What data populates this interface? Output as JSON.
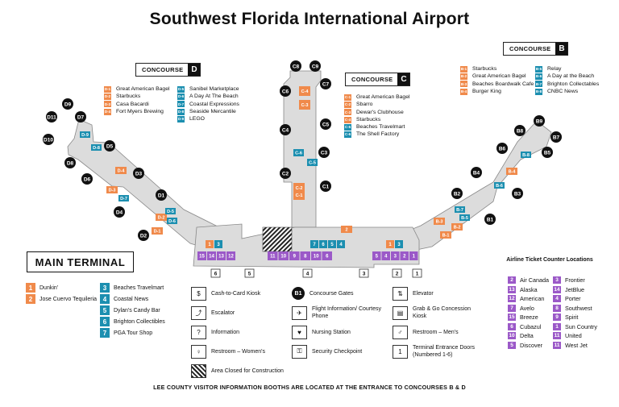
{
  "title": "Southwest Florida International Airport",
  "main_terminal_label": "MAIN TERMINAL",
  "footer_note": "LEE COUNTY VISITOR INFORMATION BOOTHS ARE LOCATED AT THE ENTRANCE TO CONCOURSES B & D",
  "colors": {
    "dining": "#f08a4b",
    "retail": "#1c8fb0",
    "airline": "#9b59c8",
    "floor": "#dcdcdc",
    "gate": "#111111"
  },
  "concourse_d": {
    "label": "CONCOURSE",
    "letter": "D",
    "dining": [
      {
        "code": "D-1",
        "name": "Great American Bagel"
      },
      {
        "code": "D-2",
        "name": "Starbucks"
      },
      {
        "code": "D-3",
        "name": "Casa Bacardi"
      },
      {
        "code": "D-4",
        "name": "Fort Myers Brewing"
      }
    ],
    "retail": [
      {
        "code": "D-5",
        "name": "Sanibel Marketplace"
      },
      {
        "code": "D-6",
        "name": "A Day At The Beach"
      },
      {
        "code": "D-7",
        "name": "Coastal Expressions"
      },
      {
        "code": "D-8",
        "name": "Seaside Mercantile"
      },
      {
        "code": "D-9",
        "name": "LEGO"
      }
    ],
    "gates": [
      "D1",
      "D2",
      "D3",
      "D4",
      "D5",
      "D6",
      "D7",
      "D8",
      "D9",
      "D10",
      "D11"
    ]
  },
  "concourse_c": {
    "label": "CONCOURSE",
    "letter": "C",
    "dining": [
      {
        "code": "C-1",
        "name": "Great American Bagel"
      },
      {
        "code": "C-2",
        "name": "Sbarro"
      },
      {
        "code": "C-3",
        "name": "Dewar's Clubhouse"
      },
      {
        "code": "C-4",
        "name": "Starbucks"
      }
    ],
    "retail": [
      {
        "code": "C-5",
        "name": "Beaches Travelmart"
      },
      {
        "code": "C-6",
        "name": "The Shell Factory"
      }
    ],
    "gates": [
      "C1",
      "C2",
      "C3",
      "C4",
      "C5",
      "C6",
      "C7",
      "C8",
      "C9"
    ]
  },
  "concourse_b": {
    "label": "CONCOURSE",
    "letter": "B",
    "dining": [
      {
        "code": "B-1",
        "name": "Starbucks"
      },
      {
        "code": "B-2",
        "name": "Great American Bagel"
      },
      {
        "code": "B-3",
        "name": "Beaches Boardwalk Cafe"
      },
      {
        "code": "B-4",
        "name": "Burger King"
      }
    ],
    "retail": [
      {
        "code": "B-5",
        "name": "Relay"
      },
      {
        "code": "B-6",
        "name": "A Day at the Beach"
      },
      {
        "code": "B-7",
        "name": "Brighton Collectables"
      },
      {
        "code": "B-8",
        "name": "CNBC News"
      }
    ],
    "gates": [
      "B1",
      "B2",
      "B3",
      "B4",
      "B5",
      "B6",
      "B7",
      "B8",
      "B9"
    ]
  },
  "main_terminal_shops": {
    "dining": [
      {
        "num": "1",
        "name": "Dunkin'"
      },
      {
        "num": "2",
        "name": "Jose Cuervo Tequileria"
      }
    ],
    "retail": [
      {
        "num": "3",
        "name": "Beaches Travelmart"
      },
      {
        "num": "4",
        "name": "Coastal News"
      },
      {
        "num": "5",
        "name": "Dylan's Candy Bar"
      },
      {
        "num": "6",
        "name": "Brighton Collectibles"
      },
      {
        "num": "7",
        "name": "PGA Tour Shop"
      }
    ]
  },
  "legend": {
    "col1": [
      {
        "icon": "cash-kiosk-icon",
        "glyph": "$",
        "label": "Cash-to-Card Kiosk"
      },
      {
        "icon": "escalator-icon",
        "glyph": "⤴",
        "label": "Escalator"
      },
      {
        "icon": "information-icon",
        "glyph": "?",
        "label": "Information"
      },
      {
        "icon": "restroom-women-icon",
        "glyph": "♀",
        "label": "Restroom – Women's"
      },
      {
        "icon": "construction-area-icon",
        "glyph": "",
        "label": "Area Closed for Construction"
      }
    ],
    "col2": [
      {
        "icon": "concourse-gate-icon",
        "glyph": "B1",
        "label": "Concourse Gates"
      },
      {
        "icon": "flight-info-phone-icon",
        "glyph": "✈",
        "label": "Flight Information/ Courtesy Phone"
      },
      {
        "icon": "nursing-station-icon",
        "glyph": "♥",
        "label": "Nursing Station"
      },
      {
        "icon": "security-checkpoint-icon",
        "glyph": "⚿",
        "label": "Security Checkpoint"
      }
    ],
    "col3": [
      {
        "icon": "elevator-icon",
        "glyph": "⇅",
        "label": "Elevator"
      },
      {
        "icon": "grab-go-kiosk-icon",
        "glyph": "▤",
        "label": "Grab & Go Concession Kiosk"
      },
      {
        "icon": "restroom-men-icon",
        "glyph": "♂",
        "label": "Restroom – Men's"
      },
      {
        "icon": "entrance-door-icon",
        "glyph": "1",
        "label": "Terminal Entrance Doors (Numbered 1-6)"
      }
    ]
  },
  "airline_counters": {
    "title": "Airline Ticket Counter Locations",
    "col1": [
      {
        "num": "2",
        "name": "Air Canada"
      },
      {
        "num": "13",
        "name": "Alaska"
      },
      {
        "num": "12",
        "name": "American"
      },
      {
        "num": "7",
        "name": "Avelo"
      },
      {
        "num": "15",
        "name": "Breeze"
      },
      {
        "num": "6",
        "name": "Cubazul"
      },
      {
        "num": "10",
        "name": "Delta"
      },
      {
        "num": "5",
        "name": "Discover"
      }
    ],
    "col2": [
      {
        "num": "3",
        "name": "Frontier"
      },
      {
        "num": "14",
        "name": "JetBlue"
      },
      {
        "num": "4",
        "name": "Porter"
      },
      {
        "num": "8",
        "name": "Southwest"
      },
      {
        "num": "9",
        "name": "Spirit"
      },
      {
        "num": "1",
        "name": "Sun Country"
      },
      {
        "num": "11",
        "name": "United"
      },
      {
        "num": "11",
        "name": "West Jet"
      }
    ]
  },
  "map": {
    "counters_left": [
      "15",
      "14",
      "13",
      "12"
    ],
    "counters_mid": [
      "11",
      "10",
      "9",
      "8",
      "10",
      "6"
    ],
    "counters_right": [
      "5",
      "4",
      "3",
      "2",
      "1"
    ],
    "shops_left": [
      "1",
      "3"
    ],
    "shops_mid": [
      "7",
      "6",
      "5",
      "4"
    ],
    "shops_right": [
      "1",
      "3"
    ],
    "entrance_doors": [
      "6",
      "5",
      "4",
      "3",
      "2",
      "1"
    ],
    "concession_d": [
      "D-4",
      "D-3",
      "D-1",
      "D-2"
    ],
    "concession_d_retail": [
      "D-9",
      "D-8",
      "D-7",
      "D-5",
      "D-6"
    ],
    "concession_c": [
      "C-4",
      "C-3",
      "C-2",
      "C-1"
    ],
    "concession_c_retail": [
      "C-6",
      "C-5"
    ],
    "concession_b": [
      "B-4",
      "B-3",
      "B-2",
      "B-1",
      "2"
    ],
    "concession_b_retail": [
      "B-8",
      "B-6",
      "B-7",
      "B-5"
    ]
  }
}
